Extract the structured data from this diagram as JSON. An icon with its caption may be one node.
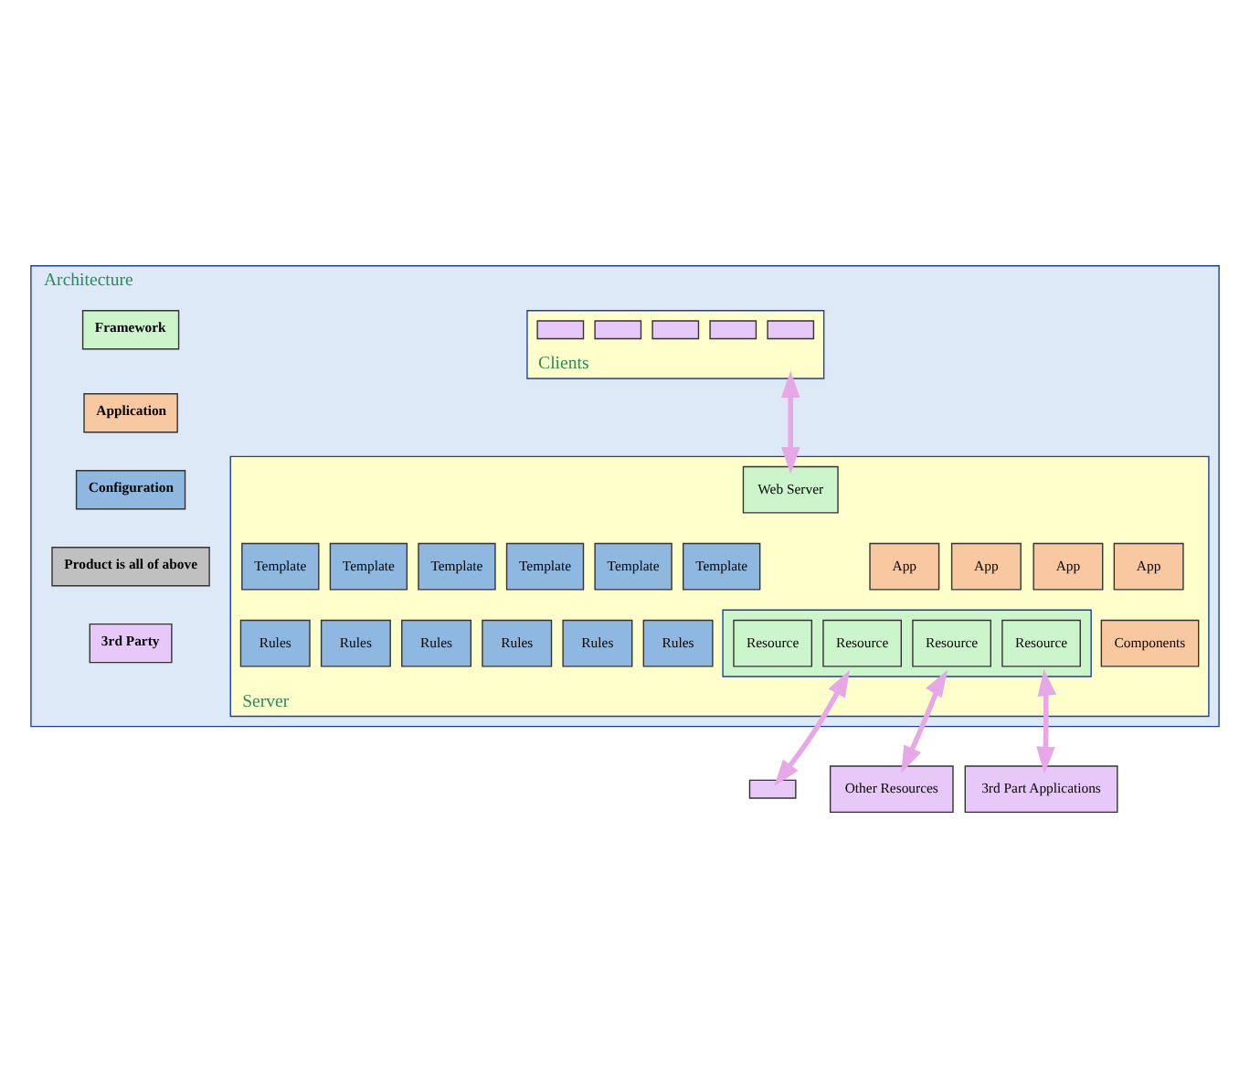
{
  "diagram": {
    "nodes": [
      {
        "text": [
          "Architecture"
        ]
      },
      {
        "text": [
          "Clients"
        ],
        "in": 0
      },
      {
        "text": [],
        "shape": "box",
        "in": 1
      },
      {
        "text": [],
        "shape": "box",
        "in": 1
      },
      {
        "text": [],
        "shape": "box",
        "in": 1
      },
      {
        "text": [],
        "shape": "box",
        "in": 1
      },
      {
        "text": [],
        "shape": "box",
        "in": 1
      },
      {
        "text": [
          "Server"
        ],
        "in": 0
      },
      {
        "text": [
          "Web Server"
        ],
        "in": 7
      },
      {
        "text": [
          "Template"
        ],
        "in": 7
      },
      {
        "text": [
          "Template"
        ],
        "in": 7
      },
      {
        "text": [
          "Template"
        ],
        "in": 7
      },
      {
        "text": [
          "Template"
        ],
        "in": 7
      },
      {
        "text": [
          "Template"
        ],
        "in": 7
      },
      {
        "text": [
          "Template"
        ],
        "in": 7
      },
      {
        "text": [
          "Rules"
        ],
        "in": 7
      },
      {
        "text": [
          "Rules"
        ],
        "in": 7
      },
      {
        "text": [
          "Rules"
        ],
        "in": 7
      },
      {
        "text": [
          "Rules"
        ],
        "in": 7
      },
      {
        "text": [
          "Rules"
        ],
        "in": 7
      },
      {
        "text": [
          "Rules"
        ],
        "in": 7
      },
      {
        "text": [],
        "shape": "box",
        "in": 7
      },
      {
        "text": [
          "Resource"
        ],
        "in": 21
      },
      {
        "text": [
          "Resource"
        ],
        "in": 21
      },
      {
        "text": [
          "Resource"
        ],
        "in": 21
      },
      {
        "text": [
          "Resource"
        ],
        "in": 21
      },
      {
        "text": [
          "App"
        ],
        "in": 7
      },
      {
        "text": [
          "App"
        ],
        "in": 7
      },
      {
        "text": [
          "App"
        ],
        "in": 7
      },
      {
        "text": [
          "App"
        ],
        "in": 7
      },
      {
        "text": [
          "Components"
        ],
        "in": 7
      },
      {
        "text": [],
        "shape": "box"
      },
      {
        "text": [
          "Other Resources"
        ]
      },
      {
        "text": [
          "3rd Part Applications"
        ]
      }
    ],
    "edges": [
      {
        "from": 1,
        "to": 8,
        "arrow": "both"
      },
      {
        "from": 21,
        "to": 31,
        "arrow": "both"
      },
      {
        "from": 21,
        "to": 32,
        "arrow": "both"
      },
      {
        "from": 21,
        "to": 33,
        "arrow": "both"
      }
    ],
    "legend": [
      {
        "text": "Framework",
        "color": "#ccf5cc"
      },
      {
        "text": "Application",
        "color": "#f8c8a0"
      },
      {
        "text": "Configuration",
        "color": "#8fb8e0"
      },
      {
        "text": "Product is all of above",
        "color": "#c0c0c0"
      },
      {
        "text": "3rd Party",
        "color": "#e8c8f8"
      }
    ]
  }
}
